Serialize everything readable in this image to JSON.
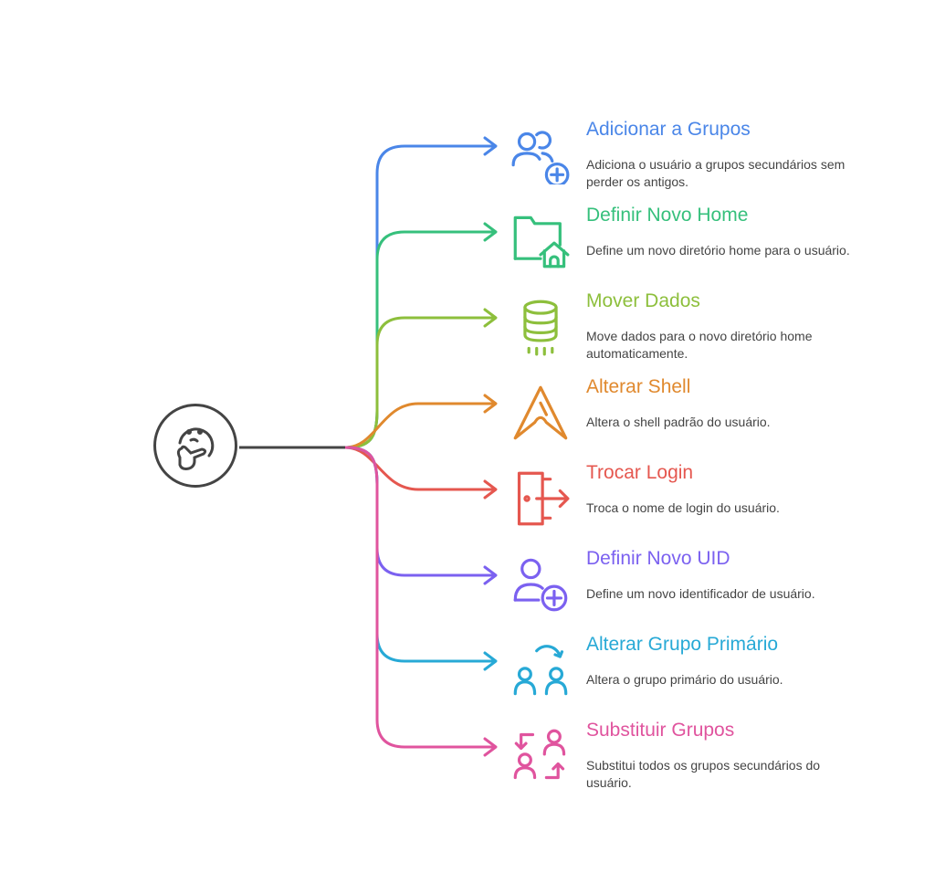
{
  "center": {
    "icon": "thinking-face-icon"
  },
  "items": [
    {
      "title": "Adicionar a Grupos",
      "desc": "Adiciona o usuário a grupos secundários sem perder os antigos.",
      "color": "#4a86e8",
      "icon": "users-add-icon"
    },
    {
      "title": "Definir Novo Home",
      "desc": "Define um novo diretório home para o usuário.",
      "color": "#36c07c",
      "icon": "folder-home-icon"
    },
    {
      "title": "Mover Dados",
      "desc": "Move dados para o novo diretório home automaticamente.",
      "color": "#8dbf3c",
      "icon": "database-icon"
    },
    {
      "title": "Alterar Shell",
      "desc": "Altera o shell padrão do usuário.",
      "color": "#e0892e",
      "icon": "shell-icon"
    },
    {
      "title": "Trocar Login",
      "desc": "Troca o nome de login do usuário.",
      "color": "#e5574f",
      "icon": "login-door-icon"
    },
    {
      "title": "Definir Novo UID",
      "desc": "Define um novo identificador de usuário.",
      "color": "#7b61f0",
      "icon": "user-add-icon"
    },
    {
      "title": "Alterar Grupo Primário",
      "desc": "Altera o grupo primário do usuário.",
      "color": "#27a9d6",
      "icon": "users-swap-icon"
    },
    {
      "title": "Substituir Grupos",
      "desc": "Substitui todos os grupos secundários do usuário.",
      "color": "#e0549e",
      "icon": "groups-replace-icon"
    }
  ]
}
